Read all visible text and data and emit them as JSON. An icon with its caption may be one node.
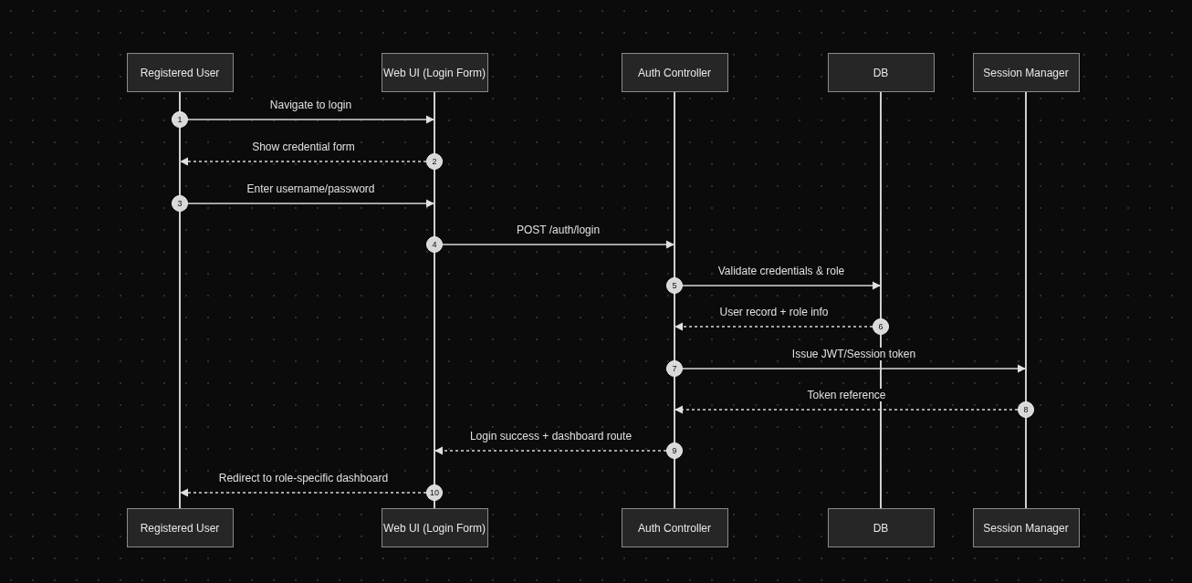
{
  "diagram": {
    "nodes": [
      {
        "text": [
          "Registered User"
        ]
      },
      {
        "text": [
          "Web UI (Login Form)"
        ]
      },
      {
        "text": [
          "Auth Controller"
        ]
      },
      {
        "text": [
          "DB"
        ]
      },
      {
        "text": [
          "Session Manager"
        ]
      },
      {
        "text": [
          "Registered User"
        ]
      },
      {
        "text": [
          "Web UI (Login Form)"
        ]
      },
      {
        "text": [
          "Auth Controller"
        ]
      },
      {
        "text": [
          "DB"
        ]
      },
      {
        "text": [
          "Session Manager"
        ]
      },
      {
        "text": [
          "1"
        ]
      },
      {
        "text": [
          "2"
        ]
      },
      {
        "text": [
          "3"
        ]
      },
      {
        "text": [
          "4"
        ]
      },
      {
        "text": [
          "5"
        ]
      },
      {
        "text": [
          "6"
        ]
      },
      {
        "text": [
          "7"
        ]
      },
      {
        "text": [
          "8"
        ]
      },
      {
        "text": [
          "9"
        ]
      },
      {
        "text": [
          "10"
        ]
      },
      {
        "text": [],
        "shape": "line"
      },
      {
        "text": [],
        "shape": "line"
      },
      {
        "text": [],
        "shape": "line"
      },
      {
        "text": [],
        "shape": "line"
      },
      {
        "text": [],
        "shape": "line"
      }
    ],
    "edges": [
      {
        "from": 10,
        "to": 21,
        "arrow": "to",
        "label": "Navigate to login"
      },
      {
        "from": 11,
        "to": 20,
        "arrow": "to",
        "label": "Show credential form",
        "style": "dashed"
      },
      {
        "from": 12,
        "to": 21,
        "arrow": "to",
        "label": "Enter username/password"
      },
      {
        "from": 13,
        "to": 22,
        "arrow": "to",
        "label": "POST /auth/login"
      },
      {
        "from": 14,
        "to": 23,
        "arrow": "to",
        "label": "Validate credentials & role"
      },
      {
        "from": 15,
        "to": 22,
        "arrow": "to",
        "label": "User record + role info",
        "style": "dashed"
      },
      {
        "from": 16,
        "to": 24,
        "arrow": "to",
        "label": "Issue JWT/Session token"
      },
      {
        "from": 17,
        "to": 22,
        "arrow": "to",
        "label": "Token reference",
        "style": "dashed"
      },
      {
        "from": 18,
        "to": 21,
        "arrow": "to",
        "label": "Login success + dashboard route",
        "style": "dashed"
      },
      {
        "from": 19,
        "to": 20,
        "arrow": "to",
        "label": "Redirect to role-specific dashboard",
        "style": "dashed"
      }
    ]
  }
}
